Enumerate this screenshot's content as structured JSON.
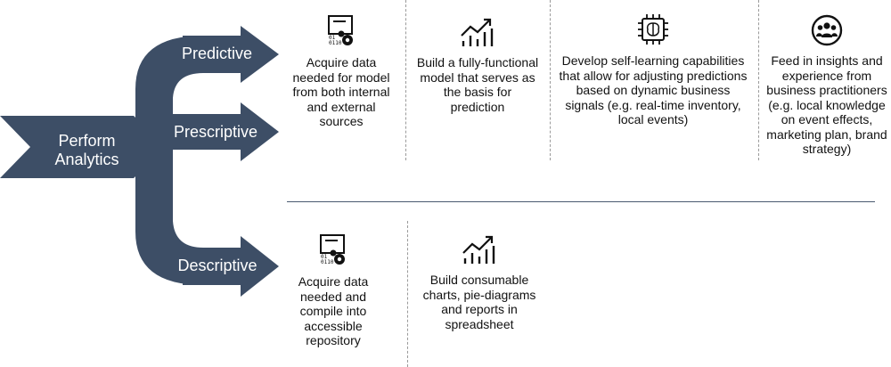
{
  "colors": {
    "arrow": "#3d4e66",
    "divider": "#4a5a70"
  },
  "main_label": "Perform Analytics",
  "branches": {
    "predictive": "Predictive",
    "prescriptive": "Prescriptive",
    "descriptive": "Descriptive"
  },
  "top_row": [
    {
      "icon": "data-gear-icon",
      "text": "Acquire data needed for model from both internal and external sources"
    },
    {
      "icon": "growth-chart-icon",
      "text": "Build a fully-functional model that serves as the basis for prediction"
    },
    {
      "icon": "ai-chip-brain-icon",
      "text": "Develop self-learning capabilities that allow for adjusting predictions based on dynamic business signals (e.g. real-time inventory, local events)"
    },
    {
      "icon": "people-group-icon",
      "text": "Feed in insights and experience from business practitioners (e.g. local knowledge on event effects, marketing plan, brand strategy)"
    }
  ],
  "bottom_row": [
    {
      "icon": "data-gear-icon",
      "text": "Acquire data needed and compile into accessible repository"
    },
    {
      "icon": "growth-chart-icon",
      "text": "Build consumable charts, pie-diagrams and reports in spreadsheet"
    }
  ]
}
